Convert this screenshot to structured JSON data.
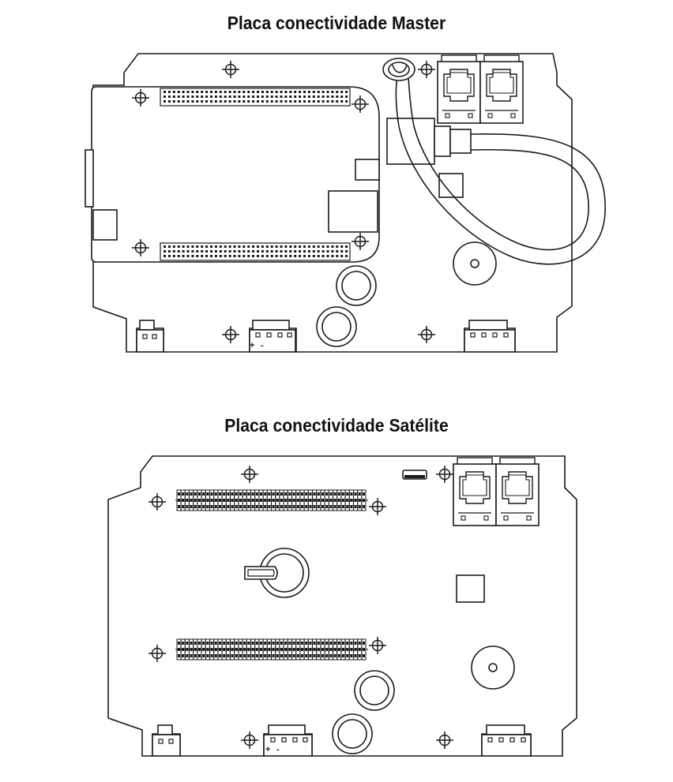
{
  "diagrams": [
    {
      "id": "master",
      "title": "Placa conectividade Master"
    },
    {
      "id": "satellite",
      "title": "Placa conectividade Satélite"
    }
  ],
  "terminal_labels": {
    "plus": "+",
    "minus": "-"
  },
  "colors": {
    "line": "#1a1a1a",
    "background": "#ffffff"
  }
}
